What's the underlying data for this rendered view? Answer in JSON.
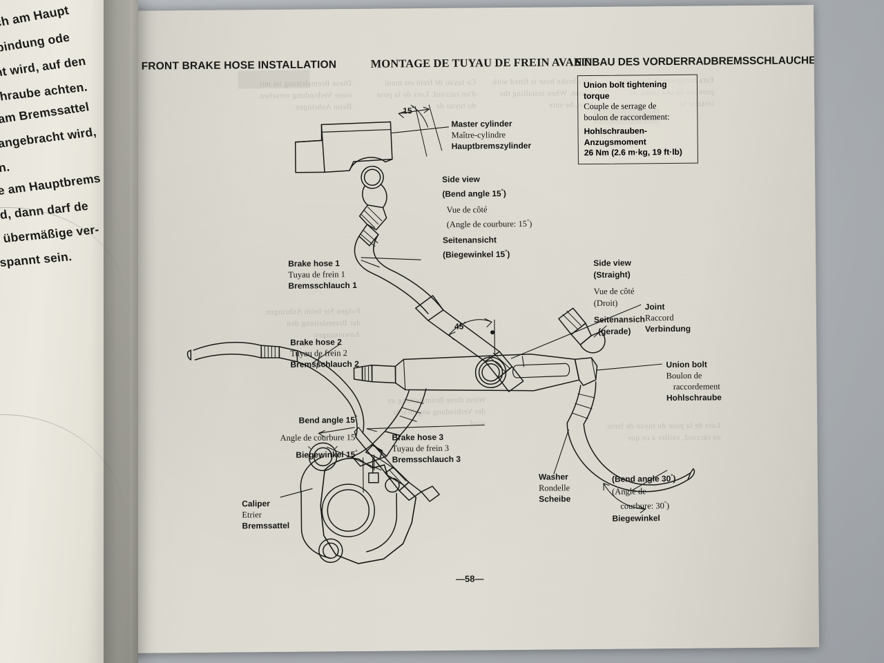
{
  "document": {
    "page_number": "—58—",
    "media": "printed service manual, two-page spread photograph"
  },
  "headers": {
    "english": "FRONT BRAKE HOSE INSTALLATION",
    "french": "MONTAGE DE TUYAU DE FREIN AVANT",
    "german": "EINBAU DES VORDERRADBREMSSCHLAUCHES"
  },
  "torque_note": {
    "line1": "Union bolt tightening torque",
    "line2": "Couple de serrage de",
    "line3": "boulon de raccordement:",
    "line4": "Hohlschrauben-",
    "line5": "Anzugsmoment",
    "line6": "26 Nm (2.6 m·kg, 19 ft·lb)"
  },
  "callouts": {
    "master_cylinder": {
      "en": "Master cylinder",
      "fr": "Maître-cylindre",
      "de": "Hauptbremszylinder"
    },
    "side_view_bend15": {
      "en1": "Side view",
      "en2": "(Bend angle 15",
      "fr1": "Vue de côté",
      "fr2": "(Angle de courbure: 15",
      "de1": "Seitenansicht",
      "de2": "(Biegewinkel 15"
    },
    "side_view_straight": {
      "en1": "Side view",
      "en2": "(Straight)",
      "fr1": "Vue de côté",
      "fr2": "(Droit)",
      "de1": "Seitenansich",
      "de2": "(gerade)"
    },
    "brake_hose_1": {
      "en": "Brake hose 1",
      "fr": "Tuyau de frein 1",
      "de": "Bremsschlauch 1"
    },
    "brake_hose_2": {
      "en": "Brake hose 2",
      "fr": "Tuyau de frein 2",
      "de": "Bremsschlauch 2"
    },
    "brake_hose_3": {
      "en": "Brake hose 3",
      "fr": "Tuyau de frein 3",
      "de": "Bremsschlauch 3"
    },
    "bend_angle_15": {
      "en": "Bend angle 15",
      "fr": "Angle de courbure  15",
      "de": "Biegewinkel 15"
    },
    "bend_angle_30": {
      "en": "(Bend angle 30",
      "fr1": "(Angle de",
      "fr2": "courbure: 30",
      "de": "Biegewinkel"
    },
    "joint": {
      "en": "Joint",
      "fr": "Raccord",
      "de": "Verbindung"
    },
    "union_bolt": {
      "en": "Union bolt",
      "fr1": "Boulon de",
      "fr2": "raccordement",
      "de": "Hohlschraube"
    },
    "washer": {
      "en": "Washer",
      "fr": "Rondelle",
      "de": "Scheibe"
    },
    "caliper": {
      "en": "Caliper",
      "fr": "Etrier",
      "de": "Bremssattel"
    }
  },
  "angle_marks": {
    "top_15": "15",
    "mid_45": "45",
    "degree_symbol": "°"
  },
  "left_page": {
    "lines": [
      "nsschlauch  am  Haupt",
      "n der Verbindung ode",
      "ngebracht wird, auf den",
      "r Hohlschraube achten.",
      "",
      "hraube am Bremssattel",
      "ndung angebracht wird,",
      "wenden.",
      "hraube am Hauptbrems",
      "ht wird, dann darf de",
      "nicht  übermäßige  ver-",
      "ff gespannt sein."
    ]
  },
  "bleed_through": {
    "col1": "Diese Bremsleitung ist mit einer Verbindung versehen. Beim Anbringen",
    "col2": "Ce tuyau de frein est muni d'un raccord. Lors de la pose du tuyau de",
    "col3": "This brake hose is fitted with a joint. When installing the hose, be sure",
    "col4": "Esta manguera de freno está provista de una junta. Al instalar la",
    "col5": "Folgen Sie beim Anbringen der Bremsleitung den Anweisungen",
    "col6": "Wenn diese Bremsleitung an der Verbindung angebracht wird",
    "col7": "Lors de la pose du tuyau de frein au raccord, veiller à ce que"
  },
  "colors": {
    "paper": "#dedcd2",
    "ink": "#141412",
    "backdrop": "#b9bdc2",
    "left_paper": "#eceae0"
  }
}
